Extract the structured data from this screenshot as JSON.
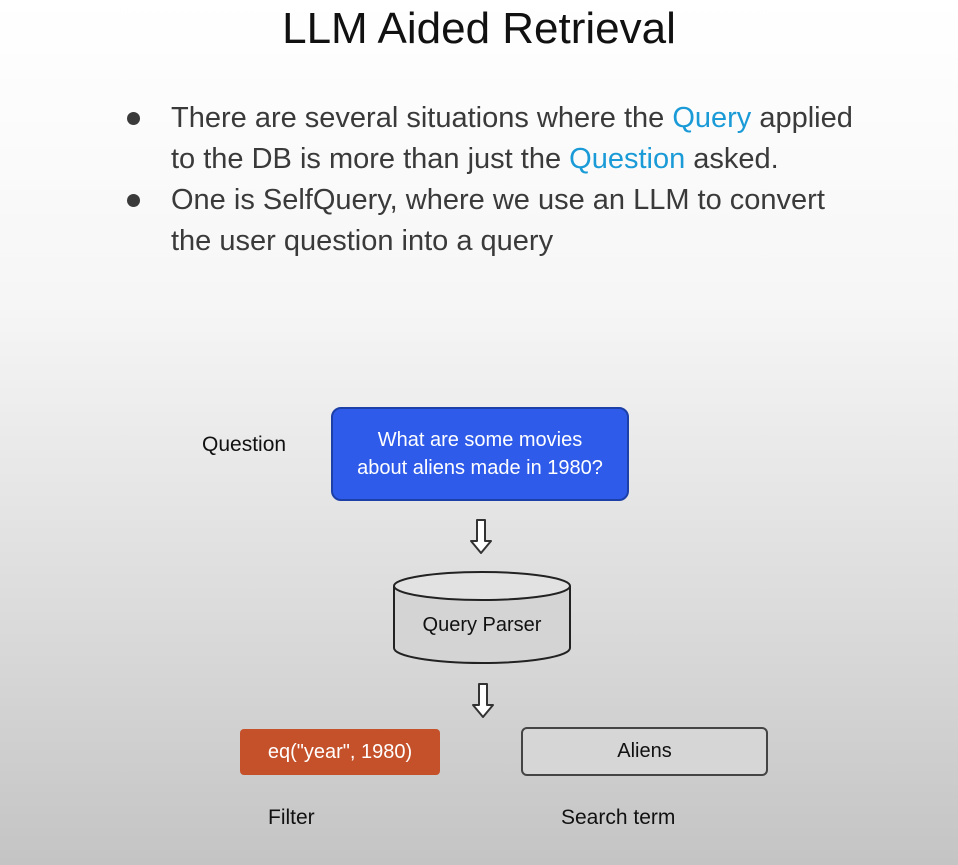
{
  "slide": {
    "title": "LLM Aided Retrieval",
    "bullets": [
      {
        "part1": "There are several situations where the ",
        "accent1": "Query",
        "part2": " applied to the DB is more than just the ",
        "accent2": "Question",
        "part3": " asked."
      },
      {
        "text": "One is SelfQuery, where we use an LLM to convert the user question into a query"
      }
    ],
    "accent_color": "#1a9bd7"
  },
  "diagram": {
    "question_label": "Question",
    "question_text": "What are some movies about aliens made in 1980?",
    "parser_label": "Query Parser",
    "filter_value": "eq(\"year\", 1980)",
    "search_value": "Aliens",
    "filter_caption": "Filter",
    "search_caption": "Search term",
    "colors": {
      "question_box": "#2f5bea",
      "filter_box": "#c5512a",
      "search_box": "#d6d6d6"
    }
  }
}
